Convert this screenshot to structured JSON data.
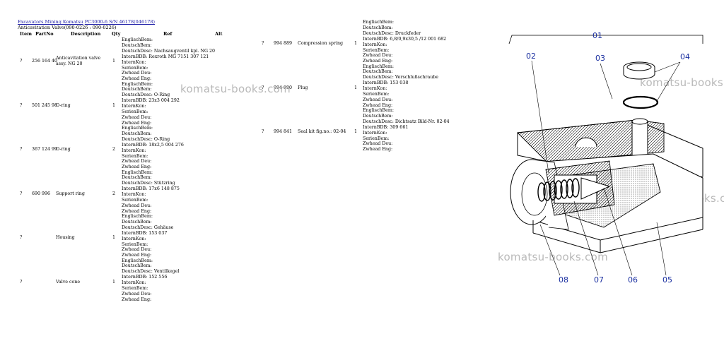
{
  "header": {
    "link1": "Excavators Mining Komatsu",
    "link2": "PC3000-6 S/N 46178(046178)",
    "subtitle": "Anticavitation Valve(090-0226 : 090-0226)"
  },
  "columns": {
    "item": "Item",
    "partno": "PartNo",
    "description": "Description",
    "qty": "Qty",
    "ref": "Ref",
    "alt": "Alt"
  },
  "left_rows": [
    {
      "item": "?",
      "partno": "256 164 40",
      "desc": "Anticavitation valve assy. NG 20",
      "qty": "1",
      "ref": [
        "EnglischBem:",
        "DeutschBem:",
        "DeutschDesc: Nachsaugventil kpl. NG 20",
        "InternBDB: Rexroth MG 7151 307 121",
        "InternKon:",
        "SerienBem:",
        "Zwhead Deu:",
        "Zwhead Eng:"
      ]
    },
    {
      "item": "?",
      "partno": "501 245 98",
      "desc": "O-ring",
      "qty": "1",
      "ref": [
        "EnglischBem:",
        "DeutschBem:",
        "DeutschDesc: O-Ring",
        "InternBDB: 23x3 004 292",
        "InternKon:",
        "SerienBem:",
        "Zwhead Deu:",
        "Zwhead Eng:"
      ]
    },
    {
      "item": "?",
      "partno": "367 124 99",
      "desc": "O-ring",
      "qty": "2",
      "ref": [
        "EnglischBem:",
        "DeutschBem:",
        "DeutschDesc: O-Ring",
        "InternBDB: 18x2,5 004 276",
        "InternKon:",
        "SerienBem:",
        "Zwhead Deu:",
        "Zwhead Eng:"
      ]
    },
    {
      "item": "?",
      "partno": "690 996",
      "desc": "Support ring",
      "qty": "2",
      "ref": [
        "EnglischBem:",
        "DeutschBem:",
        "DeutschDesc: Stützring",
        "InternBDB: 17x6 148 875",
        "InternKon:",
        "SerienBem:",
        "Zwhead Deu:",
        "Zwhead Eng:"
      ]
    },
    {
      "item": "?",
      "partno": "",
      "desc": "Housing",
      "qty": "1",
      "ref": [
        "EnglischBem:",
        "DeutschBem:",
        "DeutschDesc: Gehäuse",
        "InternBDB: 153 037",
        "InternKon:",
        "SerienBem:",
        "Zwhead Deu:",
        "Zwhead Eng:"
      ]
    },
    {
      "item": "?",
      "partno": "",
      "desc": "Valve cone",
      "qty": "1",
      "ref": [
        "EnglischBem:",
        "DeutschBem:",
        "DeutschDesc: Ventilkegel",
        "InternBDB: 152 556",
        "InternKon:",
        "SerienBem:",
        "Zwhead Deu:",
        "Zwhead Eng:"
      ]
    }
  ],
  "right_rows": [
    {
      "item": "?",
      "partno": "994 889",
      "desc": "Compression spring",
      "qty": "1",
      "ref": [
        "EnglischBem:",
        "DeutschBem:",
        "DeutschDesc: Druckfeder",
        "InternBDB: 6,8/0,9x30,5 /12 001 682",
        "InternKon:",
        "SerienBem:",
        "Zwhead Deu:",
        "Zwhead Eng:"
      ]
    },
    {
      "item": "?",
      "partno": "994 890",
      "desc": "Plug",
      "qty": "1",
      "ref": [
        "EnglischBem:",
        "DeutschBem:",
        "DeutschDesc: Verschlußschraube",
        "InternBDB: 153 038",
        "InternKon:",
        "SerienBem:",
        "Zwhead Deu:",
        "Zwhead Eng:"
      ]
    },
    {
      "item": "?",
      "partno": "994 841",
      "desc": "Seal kit fig.no.: 02-04",
      "qty": "1",
      "ref": [
        "EnglischBem:",
        "DeutschBem:",
        "DeutschDesc: Dichtsatz Bild-Nr. 02-04",
        "InternBDB: 309 661",
        "InternKon:",
        "SerienBem:",
        "Zwhead Deu:",
        "Zwhead Eng:"
      ]
    }
  ],
  "watermarks": [
    "komatsu-books.com",
    "komatsu-books.com",
    "komatsu-books.com",
    "komatsu-books.com"
  ],
  "callouts": [
    "01",
    "02",
    "03",
    "04",
    "05",
    "06",
    "07",
    "08"
  ]
}
